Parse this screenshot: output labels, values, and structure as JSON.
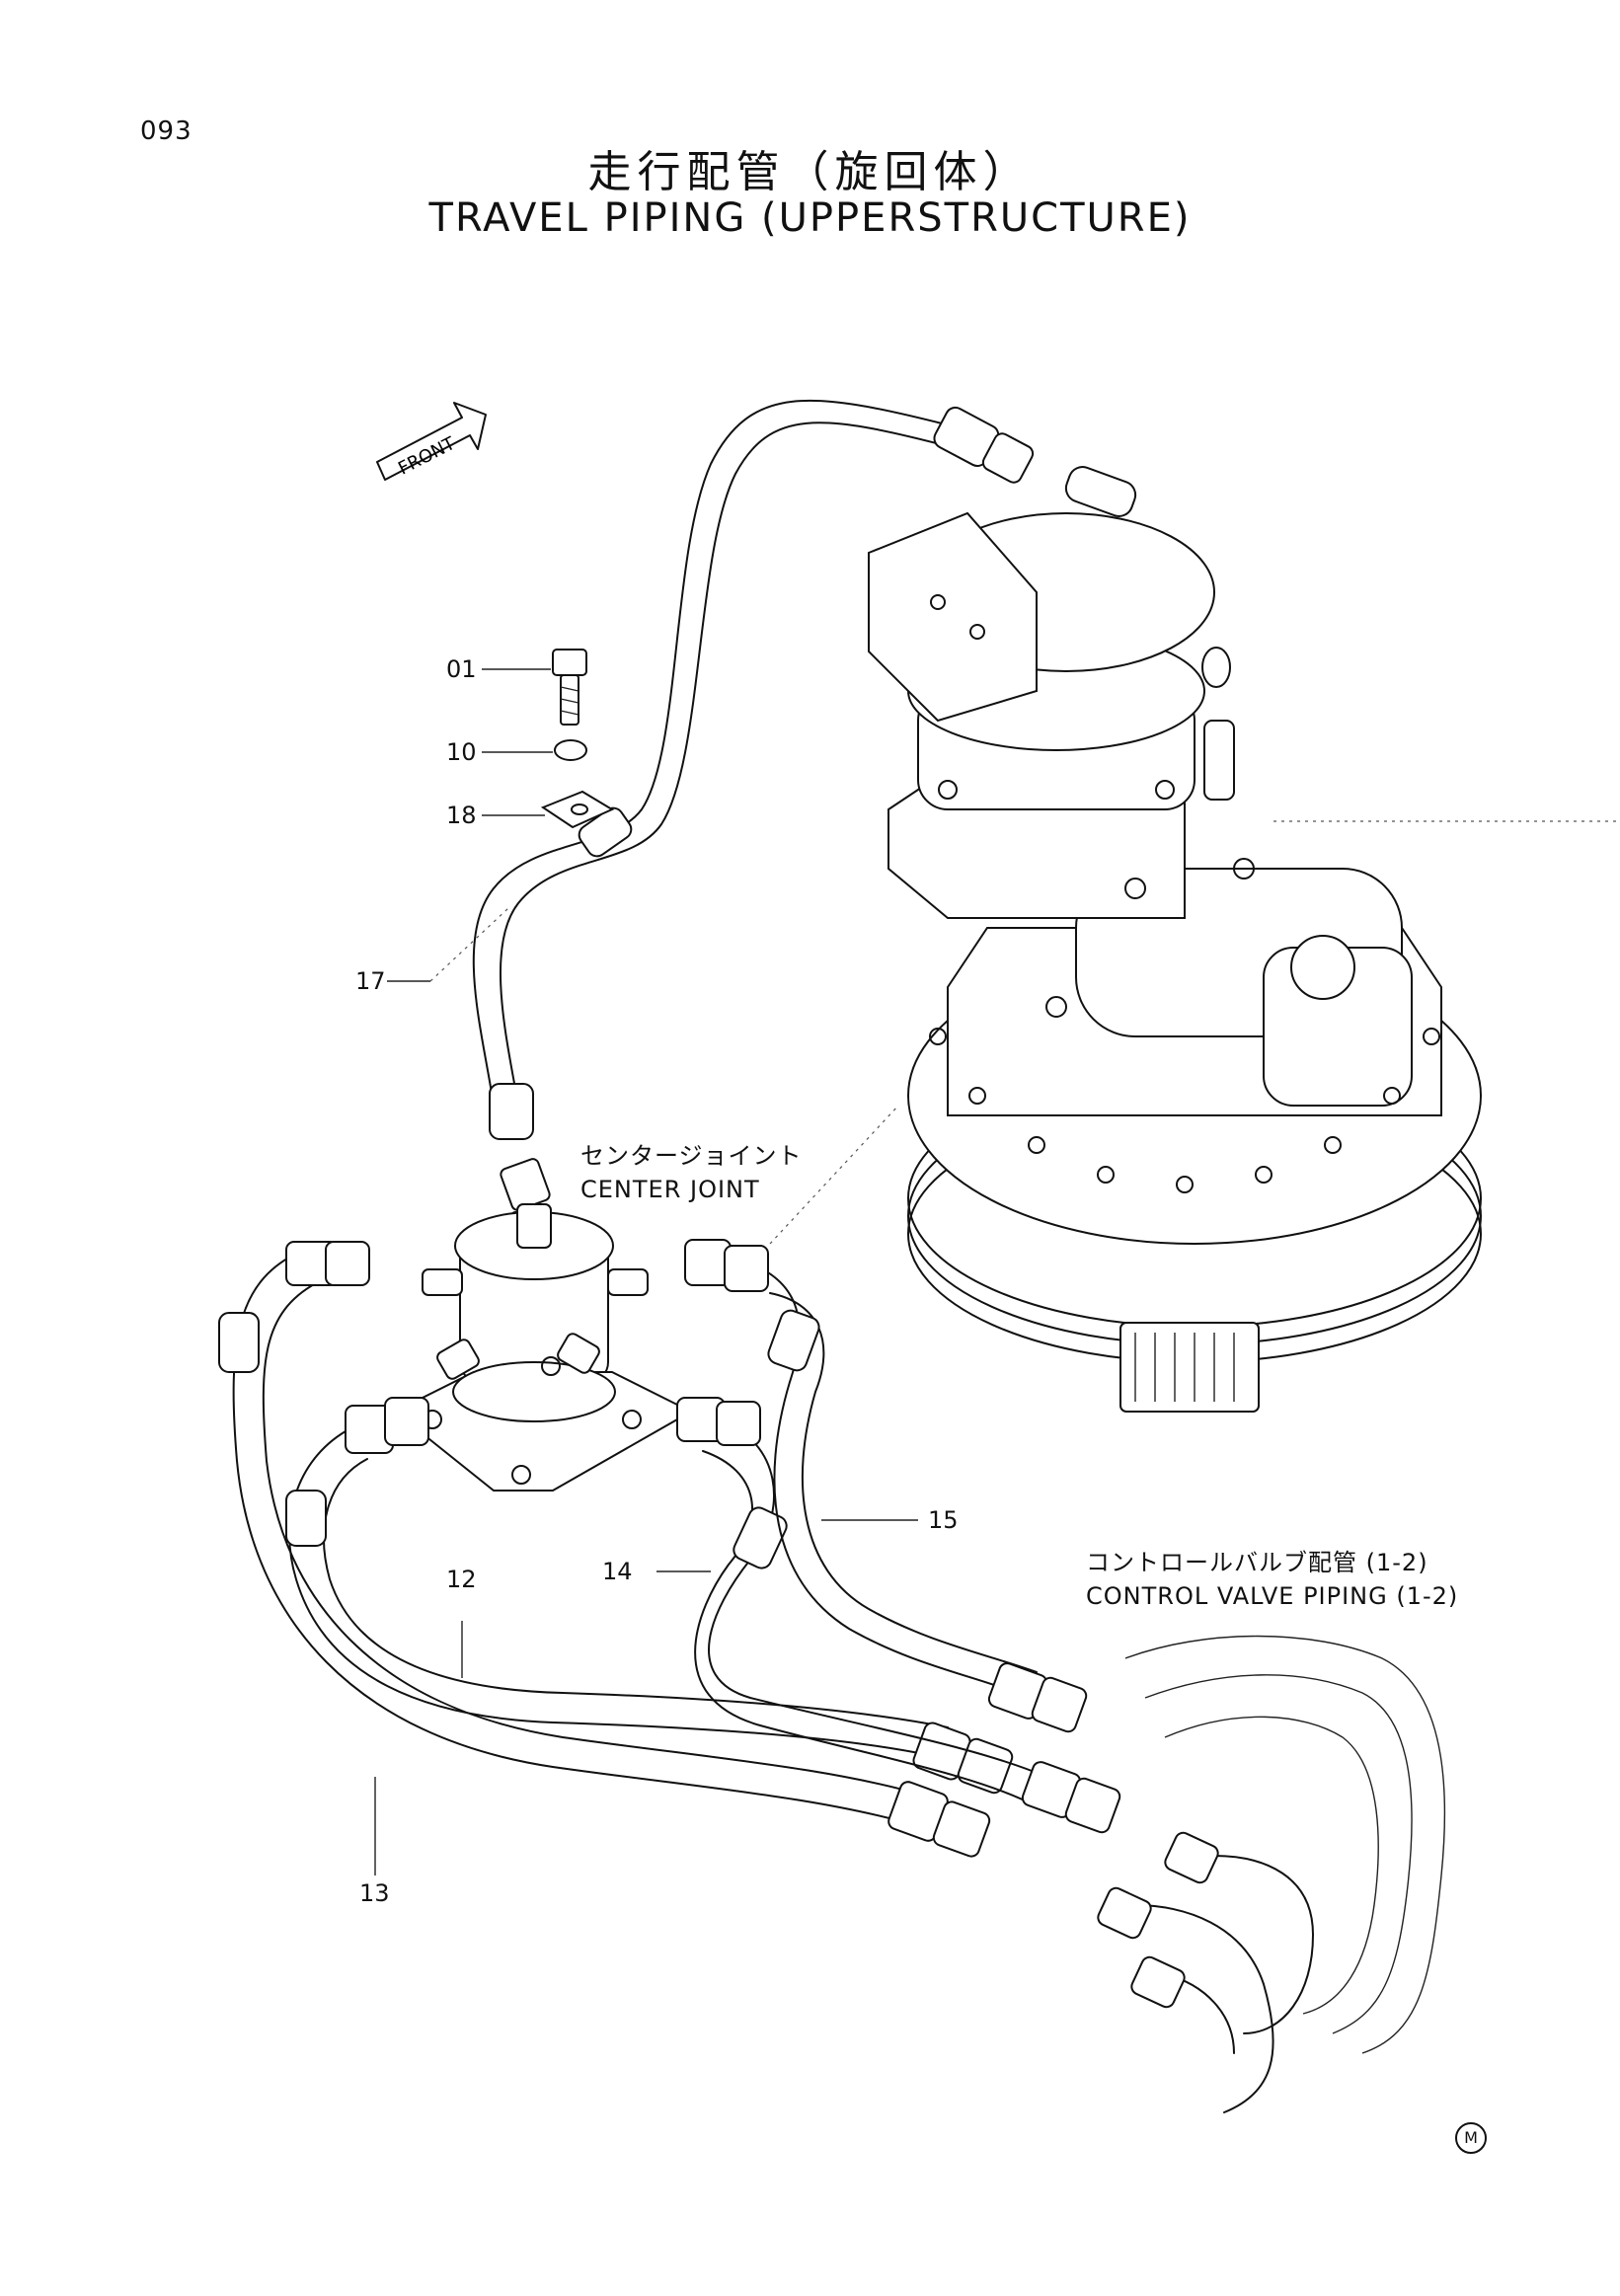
{
  "page_number": "093",
  "title_jp": "走行配管（旋回体）",
  "title_en": "TRAVEL PIPING (UPPERSTRUCTURE)",
  "front_label": "FRONT",
  "part_labels": {
    "p01": "01",
    "p10": "10",
    "p18": "18",
    "p17": "17",
    "p12": "12",
    "p14": "14",
    "p15": "15",
    "p13": "13"
  },
  "center_joint": {
    "jp": "センタージョイント",
    "en": "CENTER JOINT"
  },
  "control_valve": {
    "jp": "コントロールバルブ配管 (1-2)",
    "en": "CONTROL VALVE PIPING (1-2)"
  },
  "corner_mark": "M"
}
